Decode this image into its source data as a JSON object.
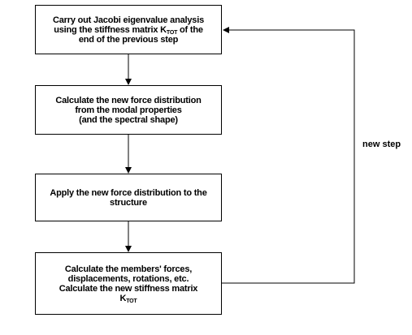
{
  "flowchart": {
    "steps": [
      {
        "lines": [
          "Carry out Jacobi eigenvalue analysis",
          "using the stiffness matrix K",
          "end of the previous step"
        ],
        "k_sub": "TOT",
        "after_sub": " of the"
      },
      {
        "lines": [
          "Calculate the new force distribution",
          "from the modal properties",
          "(and the spectral shape)"
        ]
      },
      {
        "lines": [
          "Apply the new force distribution to the",
          "structure"
        ]
      },
      {
        "lines": [
          "Calculate the members' forces,",
          "displacements, rotations, etc.",
          "Calculate the new stiffness matrix",
          "K"
        ],
        "k_sub": "TOT"
      }
    ],
    "loop_label": "new step"
  },
  "colors": {
    "stroke": "#000000",
    "background": "#ffffff"
  }
}
